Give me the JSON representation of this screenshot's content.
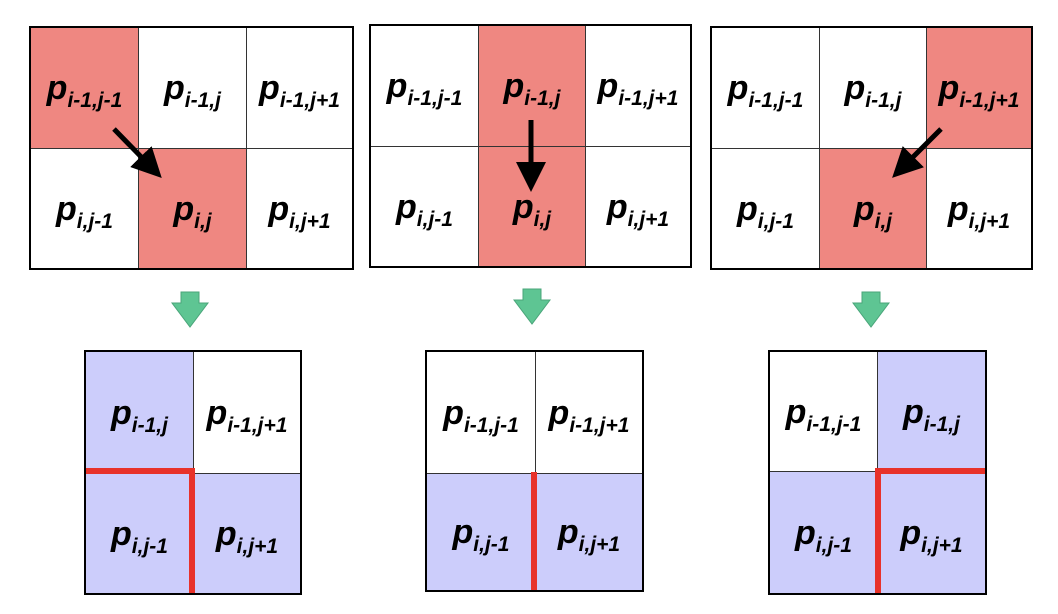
{
  "colors": {
    "highlight": "#ef8781",
    "region": "#cccdfb",
    "seam": "#e8322a",
    "down_arrow": "#5ec593",
    "outline": "#000000"
  },
  "top_grids": [
    {
      "cells": [
        {
          "base": "p",
          "sub": "i-1,j-1",
          "highlight": true
        },
        {
          "base": "p",
          "sub": "i-1,j",
          "highlight": false
        },
        {
          "base": "p",
          "sub": "i-1,j+1",
          "highlight": false
        },
        {
          "base": "p",
          "sub": "i,j-1",
          "highlight": false
        },
        {
          "base": "p",
          "sub": "i,j",
          "highlight": true
        },
        {
          "base": "p",
          "sub": "i,j+1",
          "highlight": false
        }
      ]
    },
    {
      "cells": [
        {
          "base": "p",
          "sub": "i-1,j-1",
          "highlight": false
        },
        {
          "base": "p",
          "sub": "i-1,j",
          "highlight": true
        },
        {
          "base": "p",
          "sub": "i-1,j+1",
          "highlight": false
        },
        {
          "base": "p",
          "sub": "i,j-1",
          "highlight": false
        },
        {
          "base": "p",
          "sub": "i,j",
          "highlight": true
        },
        {
          "base": "p",
          "sub": "i,j+1",
          "highlight": false
        }
      ]
    },
    {
      "cells": [
        {
          "base": "p",
          "sub": "i-1,j-1",
          "highlight": false
        },
        {
          "base": "p",
          "sub": "i-1,j",
          "highlight": false
        },
        {
          "base": "p",
          "sub": "i-1,j+1",
          "highlight": true
        },
        {
          "base": "p",
          "sub": "i,j-1",
          "highlight": false
        },
        {
          "base": "p",
          "sub": "i,j",
          "highlight": true
        },
        {
          "base": "p",
          "sub": "i,j+1",
          "highlight": false
        }
      ]
    }
  ],
  "bottom_grids": [
    {
      "cells": [
        {
          "base": "p",
          "sub": "i-1,j",
          "region": true
        },
        {
          "base": "p",
          "sub": "i-1,j+1",
          "region": false
        },
        {
          "base": "p",
          "sub": "i,j-1",
          "region": true
        },
        {
          "base": "p",
          "sub": "i,j+1",
          "region": true
        }
      ]
    },
    {
      "cells": [
        {
          "base": "p",
          "sub": "i-1,j-1",
          "region": false
        },
        {
          "base": "p",
          "sub": "i-1,j+1",
          "region": false
        },
        {
          "base": "p",
          "sub": "i,j-1",
          "region": true
        },
        {
          "base": "p",
          "sub": "i,j+1",
          "region": true
        }
      ]
    },
    {
      "cells": [
        {
          "base": "p",
          "sub": "i-1,j-1",
          "region": false
        },
        {
          "base": "p",
          "sub": "i-1,j",
          "region": true
        },
        {
          "base": "p",
          "sub": "i,j-1",
          "region": true
        },
        {
          "base": "p",
          "sub": "i,j+1",
          "region": true
        }
      ]
    }
  ]
}
